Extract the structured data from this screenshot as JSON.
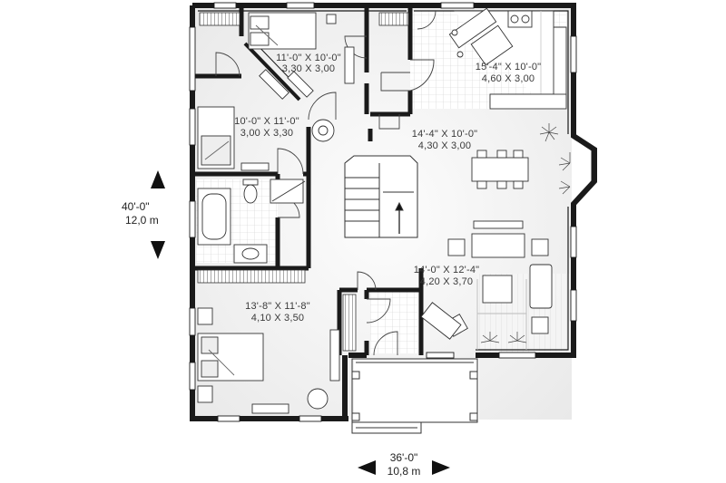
{
  "colors": {
    "wall": "#1a1a1a",
    "floor": "#f1f1f1",
    "line": "#555555",
    "text": "#3a3a3a"
  },
  "rooms": {
    "bedroom2": {
      "dims_imperial": "11'-0\" X 10'-0\"",
      "dims_metric": "3,30 X 3,00"
    },
    "bedroom3": {
      "dims_imperial": "10'-0\" X 11'-0\"",
      "dims_metric": "3,00 X 3,30"
    },
    "kitchen": {
      "dims_imperial": "15'-4\" X 10'-0\"",
      "dims_metric": "4,60 X 3,00"
    },
    "dining": {
      "dims_imperial": "14'-4\" X 10'-0\"",
      "dims_metric": "4,30 X 3,00"
    },
    "living": {
      "dims_imperial": "14'-0\" X 12'-4\"",
      "dims_metric": "4,20 X 3,70"
    },
    "master": {
      "dims_imperial": "13'-8\" X 11'-8\"",
      "dims_metric": "4,10 X 3,50"
    }
  },
  "overall": {
    "depth_imperial": "40'-0\"",
    "depth_metric": "12,0 m",
    "width_imperial": "36'-0\"",
    "width_metric": "10,8 m"
  }
}
